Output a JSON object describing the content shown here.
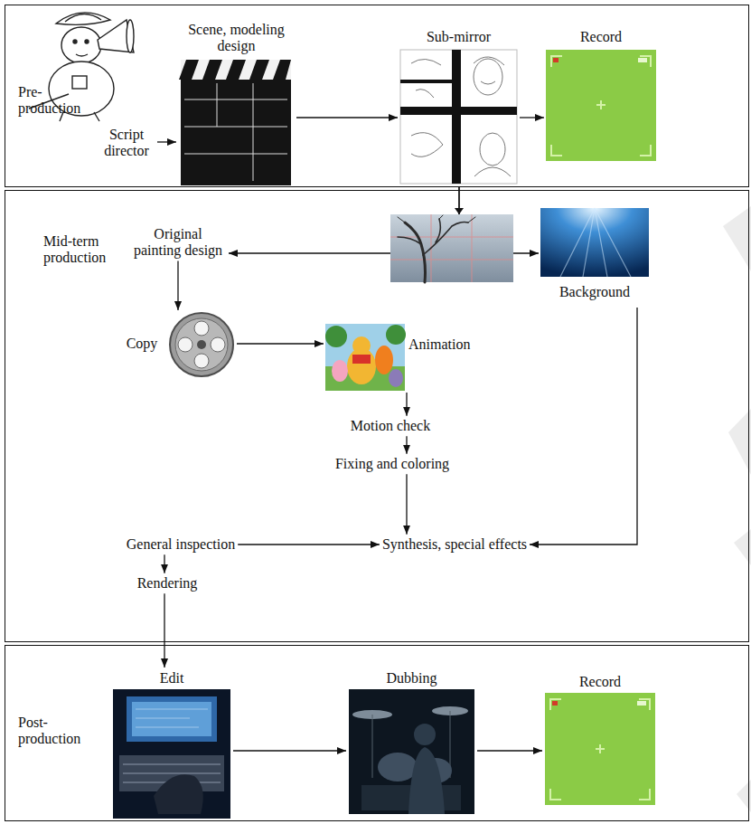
{
  "diagram": {
    "nodes": [
      {
        "text": [
          "Pre-production"
        ]
      },
      {
        "text": [
          "Script director"
        ],
        "in": 0
      },
      {
        "text": [
          "Scene, modeling design"
        ],
        "in": 0
      },
      {
        "text": [
          "Sub-mirror"
        ],
        "in": 0
      },
      {
        "text": [
          "Record"
        ],
        "in": 0
      },
      {
        "text": [
          "Mid-term production"
        ]
      },
      {
        "text": [
          "Original painting design"
        ],
        "in": 5
      },
      {
        "text": [
          "Background"
        ],
        "in": 5
      },
      {
        "text": [
          "Copy"
        ],
        "in": 5
      },
      {
        "text": [
          "Animation"
        ],
        "in": 5
      },
      {
        "text": [
          "Motion check"
        ],
        "in": 5
      },
      {
        "text": [
          "Fixing and coloring"
        ],
        "in": 5
      },
      {
        "text": [
          "General inspection"
        ],
        "in": 5
      },
      {
        "text": [
          "Synthesis, special effects"
        ],
        "in": 5
      },
      {
        "text": [
          "Rendering"
        ],
        "in": 5
      },
      {
        "text": [
          "Post-production"
        ]
      },
      {
        "text": [
          "Edit"
        ],
        "in": 15
      },
      {
        "text": [
          "Dubbing"
        ],
        "in": 15
      },
      {
        "text": [
          "Record"
        ],
        "in": 15
      }
    ],
    "edges": [
      {
        "from": 1,
        "to": 2,
        "arrow": "to"
      },
      {
        "from": 2,
        "to": 3,
        "arrow": "to"
      },
      {
        "from": 3,
        "to": 4,
        "arrow": "to"
      },
      {
        "from": 3,
        "to": 6,
        "arrow": "to"
      },
      {
        "from": 3,
        "to": 7,
        "arrow": "to"
      },
      {
        "from": 6,
        "to": 8,
        "arrow": "to"
      },
      {
        "from": 8,
        "to": 9,
        "arrow": "to"
      },
      {
        "from": 9,
        "to": 10,
        "arrow": "to"
      },
      {
        "from": 10,
        "to": 11,
        "arrow": "to"
      },
      {
        "from": 11,
        "to": 13,
        "arrow": "to"
      },
      {
        "from": 12,
        "to": 13,
        "arrow": "to"
      },
      {
        "from": 7,
        "to": 13,
        "arrow": "to"
      },
      {
        "from": 12,
        "to": 14,
        "arrow": "to"
      },
      {
        "from": 14,
        "to": 16,
        "arrow": "to"
      },
      {
        "from": 16,
        "to": 17,
        "arrow": "to"
      },
      {
        "from": 17,
        "to": 18,
        "arrow": "to"
      }
    ]
  }
}
